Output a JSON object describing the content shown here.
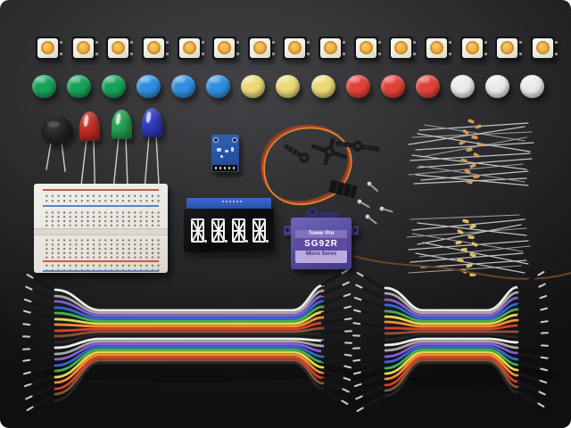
{
  "photo": {
    "description": "Electronics starter kit parts arranged on a dark charcoal background",
    "background_color": "#2b2b2f"
  },
  "buttons": {
    "name": "tactile push buttons",
    "count": 15,
    "face_color": "#f3f1ea",
    "plunger_color": "#eaa93c"
  },
  "caps": {
    "name": "round button caps",
    "count": 15,
    "colors": [
      "#17a258",
      "#17a258",
      "#17a258",
      "#2f8fe0",
      "#2f8fe0",
      "#2f8fe0",
      "#ead975",
      "#ead975",
      "#ead975",
      "#e04238",
      "#e04238",
      "#e04238",
      "#eaeaea",
      "#eaeaea",
      "#eaeaea"
    ]
  },
  "buzzer": {
    "name": "piezo buzzer",
    "count": 1,
    "color": "#1c1c1e"
  },
  "leds": {
    "name": "diffused LEDs",
    "count": 3,
    "red": "#c4271d",
    "green": "#1fa04e",
    "blue": "#2c35c0"
  },
  "breakout_board": {
    "name": "blue sensor breakout PCB",
    "count": 1,
    "color": "#2a5cb0"
  },
  "servo_horns": {
    "name": "servo horns",
    "count": 3,
    "color": "#1b1b1d"
  },
  "servo_cable": {
    "name": "servo extension cable with 3-pin connector",
    "wire_colors": [
      "#7a4423",
      "#c23b2a",
      "#e0882c"
    ]
  },
  "resistors": {
    "name": "resistor bundles",
    "bundles": 2,
    "body_color_top": "#d39a5c",
    "body_color_bottom": "#ddc063"
  },
  "breadboard": {
    "name": "half-size breadboard",
    "color": "#eceae5",
    "rail_colors": [
      "#d2544a",
      "#5a86c0"
    ]
  },
  "display": {
    "name": "quad 14-segment alphanumeric display with backpack",
    "digits": 4,
    "pcb_color": "#2b57c0",
    "segment_color": "#f2f2f2"
  },
  "servo": {
    "name": "micro servo",
    "body_color": "#554b9e",
    "brand": "Tower Pro",
    "model": "SG92R",
    "type": "Micro Servo"
  },
  "screws": {
    "name": "mounting screws",
    "count": 4
  },
  "jumper_wires": {
    "name": "rainbow male-male jumper wire bundles",
    "bundles": 2,
    "wire_colors": [
      "#ececec",
      "#a7a7a7",
      "#8a5bd6",
      "#3566d8",
      "#43b04e",
      "#e8d44f",
      "#ef9030",
      "#d84030",
      "#8a5434",
      "#262626"
    ]
  }
}
